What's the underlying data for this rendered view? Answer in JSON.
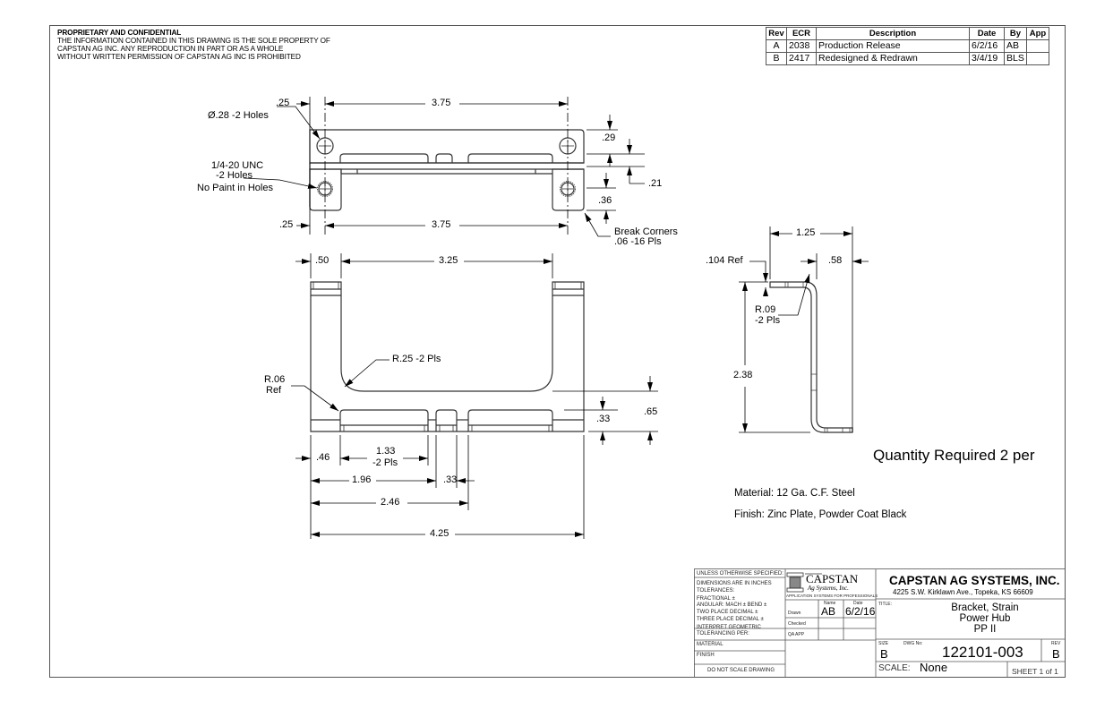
{
  "notice": {
    "heading": "PROPRIETARY AND CONFIDENTIAL",
    "lines": [
      "THE INFORMATION CONTAINED IN THIS DRAWING IS THE SOLE PROPERTY OF",
      "CAPSTAN AG INC. ANY REPRODUCTION IN PART OR AS A WHOLE",
      "WITHOUT WRITTEN PERMISSION OF CAPSTAN AG INC IS PROHIBITED"
    ]
  },
  "revision_table": {
    "headers": [
      "Rev",
      "ECR",
      "Description",
      "Date",
      "By",
      "App"
    ],
    "rows": [
      [
        "A",
        "2038",
        "Production Release",
        "6/2/16",
        "AB",
        ""
      ],
      [
        "B",
        "2417",
        "Redesigned & Redrawn",
        "3/4/19",
        "BLS",
        ""
      ]
    ]
  },
  "top_view": {
    "hole_callout": "Ø.28 -2 Holes",
    "tap_callout": [
      "1/4-20 UNC",
      "-2 Holes",
      "No Paint in Holes"
    ],
    "dims": {
      "top_left_offset": ".25",
      "top_span": "3.75",
      "bottom_left_offset": ".25",
      "bottom_span": "3.75",
      "right_29": ".29",
      "right_21": ".21",
      "right_36": ".36"
    },
    "break_corners": [
      "Break Corners",
      ".06 -16 Pls"
    ]
  },
  "front_view": {
    "dims": {
      "left_width": ".50",
      "inner_span": "3.25",
      "r25": "R.25 -2 Pls",
      "r06": [
        "R.06",
        "Ref"
      ],
      "h33": ".33",
      "h65": ".65",
      "d46": ".46",
      "d133": [
        "1.33",
        "-2 Pls"
      ],
      "d196": "1.96",
      "d33": ".33",
      "d246": "2.46",
      "d425": "4.25"
    }
  },
  "side_view": {
    "dims": {
      "width": "1.25",
      "flange": ".58",
      "thickness": ".104 Ref",
      "bend_radius": [
        "R.09",
        "-2 Pls"
      ],
      "height": "2.38"
    }
  },
  "notes": {
    "quantity": "Quantity Required 2 per",
    "material": "Material: 12 Ga. C.F. Steel",
    "finish": "Finish: Zinc Plate, Powder Coat Black"
  },
  "title_block": {
    "tolerances": {
      "unless": "UNLESS OTHERWISE SPECIFIED:",
      "lines": [
        "DIMENSIONS ARE IN INCHES",
        "TOLERANCES:",
        "FRACTIONAL ±",
        "ANGULAR: MACH ±    BEND ±",
        "TWO PLACE DECIMAL    ±",
        "THREE PLACE DECIMAL  ±"
      ],
      "geometric": [
        "INTERPRET GEOMETRIC",
        "TOLERANCING PER:"
      ],
      "material_label": "MATERIAL",
      "finish_label": "FINISH",
      "do_not_scale": "DO NOT SCALE DRAWING"
    },
    "logo": {
      "name": "CAPSTAN",
      "sub": "Ag Systems, Inc.",
      "tagline": "APPLICATION SYSTEMS FOR PROFESSIONALS"
    },
    "signoff": {
      "col_name": "Name",
      "col_date": "Date",
      "rows": [
        {
          "label": "Drawn",
          "name": "AB",
          "date": "6/2/16"
        },
        {
          "label": "Checked",
          "name": "",
          "date": ""
        },
        {
          "label": "QA APP",
          "name": "",
          "date": ""
        }
      ]
    },
    "company": "CAPSTAN AG SYSTEMS, INC.",
    "address": "4225 S.W. Kirklawn Ave., Topeka, KS 66609",
    "title_label": "TITLE:",
    "title_lines": [
      "Bracket, Strain",
      "Power Hub",
      "PP II"
    ],
    "size_label": "SIZE",
    "size": "B",
    "dwg_label": "DWG No:",
    "dwg_no": "122101-003",
    "rev_label": "REV",
    "rev": "B",
    "scale_label": "SCALE:",
    "scale": "None",
    "sheet": "SHEET 1 of 1"
  }
}
